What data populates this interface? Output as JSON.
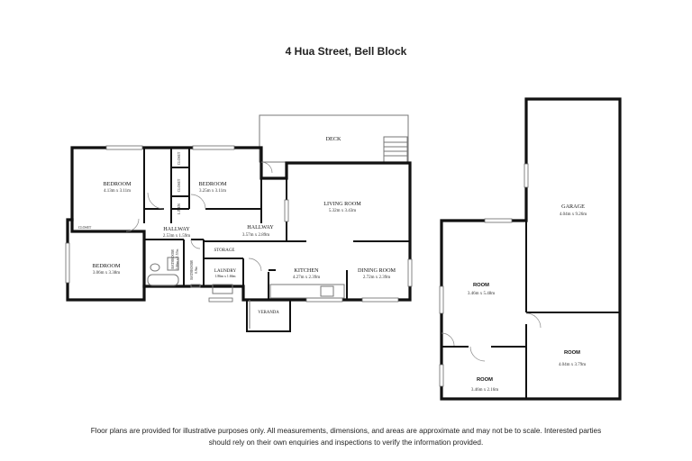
{
  "title": "4 Hua Street, Bell Block",
  "rooms": {
    "deck": "DECK",
    "bed1": {
      "name": "BEDROOM",
      "dim": "4.13m x 3.11m"
    },
    "bed2": {
      "name": "BEDROOM",
      "dim": "3.25m x 3.11m"
    },
    "bed3": {
      "name": "BEDROOM",
      "dim": "3.06m x 3.38m"
    },
    "closet1": "CLOSET",
    "closet2": "CLOSET",
    "closet3": "CLOSET",
    "linen": "LINEN",
    "hallway1": {
      "name": "HALLWAY",
      "dim": "2.53m x 1.59m"
    },
    "hallway2": {
      "name": "HALLWAY",
      "dim": "3.57m x 2.89m"
    },
    "living": {
      "name": "LIVING ROOM",
      "dim": "5.32m x 3.43m"
    },
    "storage": "STORAGE",
    "bathroom": {
      "name": "BATHROOM",
      "dim": "2.06m x 1.57m"
    },
    "toilet": {
      "name": "BATHROOM",
      "dim": "0.9m"
    },
    "laundry": {
      "name": "LAUNDRY",
      "dim": "1.86m x 1.66m"
    },
    "kitchen": {
      "name": "KITCHEN",
      "dim": "4.27m x 2.39m"
    },
    "dining": {
      "name": "DINING ROOM",
      "dim": "2.72m x 2.39m"
    },
    "veranda": "VERANDA",
    "garage": {
      "name": "GARAGE",
      "dim": "4.04m x 9.26m"
    },
    "room1": {
      "name": "ROOM",
      "dim": "3.46m x 5.48m"
    },
    "room2": {
      "name": "ROOM",
      "dim": "4.04m x 3.79m"
    },
    "room3": {
      "name": "ROOM",
      "dim": "3.46m x 2.16m"
    }
  },
  "disclaimer": "Floor plans are provided for illustrative purposes only. All measurements, dimensions, and areas are approximate and may not be to scale. Interested parties should rely on their own enquiries and inspections to verify the information provided."
}
